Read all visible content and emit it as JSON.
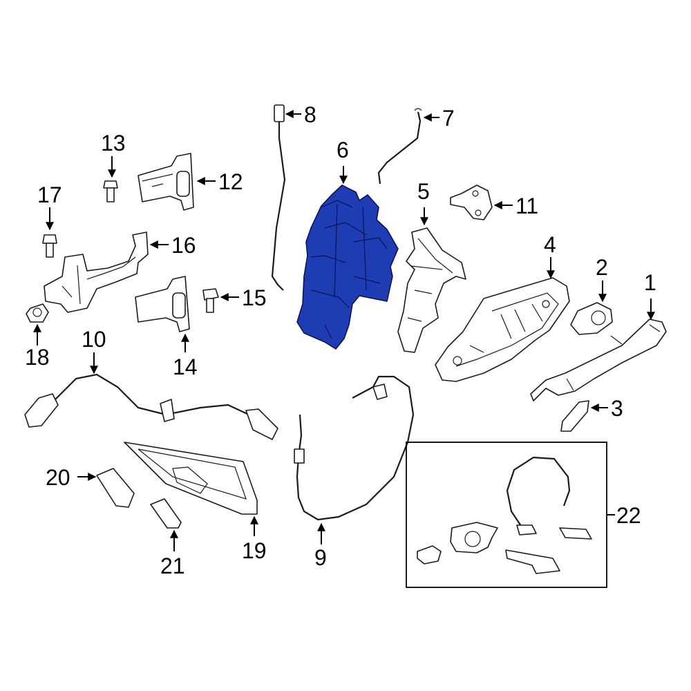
{
  "diagram": {
    "highlight_color": "#1e3cb4",
    "highlighted_part": "6",
    "callouts": [
      {
        "id": "1",
        "label": "1"
      },
      {
        "id": "2",
        "label": "2"
      },
      {
        "id": "3",
        "label": "3"
      },
      {
        "id": "4",
        "label": "4"
      },
      {
        "id": "5",
        "label": "5"
      },
      {
        "id": "6",
        "label": "6"
      },
      {
        "id": "7",
        "label": "7"
      },
      {
        "id": "8",
        "label": "8"
      },
      {
        "id": "9",
        "label": "9"
      },
      {
        "id": "10",
        "label": "10"
      },
      {
        "id": "11",
        "label": "11"
      },
      {
        "id": "12",
        "label": "12"
      },
      {
        "id": "13",
        "label": "13"
      },
      {
        "id": "14",
        "label": "14"
      },
      {
        "id": "15",
        "label": "15"
      },
      {
        "id": "16",
        "label": "16"
      },
      {
        "id": "17",
        "label": "17"
      },
      {
        "id": "18",
        "label": "18"
      },
      {
        "id": "19",
        "label": "19"
      },
      {
        "id": "20",
        "label": "20"
      },
      {
        "id": "21",
        "label": "21"
      },
      {
        "id": "22",
        "label": "22"
      }
    ]
  }
}
